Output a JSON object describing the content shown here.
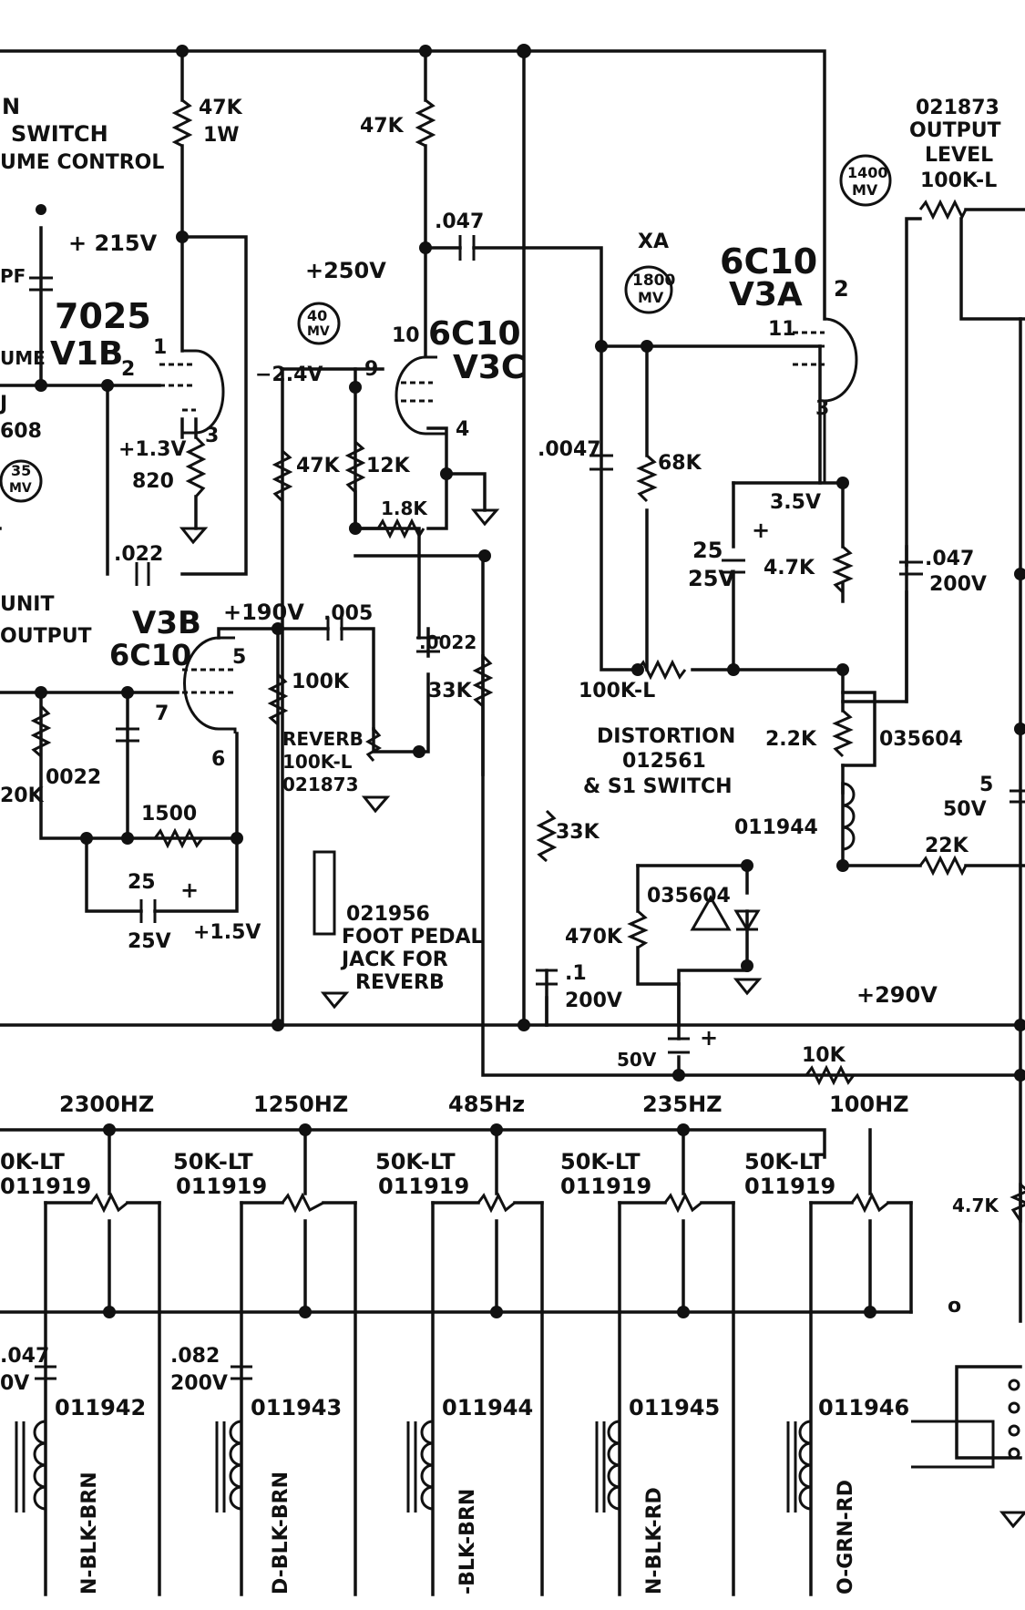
{
  "labels": {
    "n_tag": "N",
    "switch": "SWITCH",
    "volume_control": "UME CONTROL",
    "pf": "PF",
    "tube_7025_num": "7025",
    "tube_7025_v": "V1B",
    "ume": "UME",
    "j_frag": "J",
    "num_608": "608",
    "mv_35": [
      "35",
      "MV"
    ],
    "v_215": "+ 215V",
    "r47k_1w": "47K",
    "r1w": "1W",
    "v_1_3": "+1.3V",
    "r820": "820",
    "pin1": "1",
    "pin2": "2",
    "pin3": "3",
    "c022": ".022",
    "unit": "UNIT",
    "output": "OUTPUT",
    "v3b": "V3B",
    "v3b_type": "6C10",
    "pin5": "5",
    "pin7": "7",
    "pin6": "6",
    "r20k": "20K",
    "c0022": "0022",
    "r1500": "1500",
    "c25_25v_a": "25",
    "c25_25v_b": "25V",
    "v_1_5": "+1.5V",
    "v_250": "+250V",
    "mv_40": [
      "40",
      "MV"
    ],
    "r47k_top": "47K",
    "c047": ".047",
    "v3c_type": "6C10",
    "v3c": "V3C",
    "pin10": "10",
    "pin9": "9",
    "pin4": "4",
    "v_neg2_4": "−2.4V",
    "r47k_mid": "47K",
    "r12k": "12K",
    "r1_8k": "1.8K",
    "v_190": "+190V",
    "c005": ".005",
    "c0022b": ".0022",
    "r100k": "100K",
    "reverb": "REVERB",
    "reverb_val": "100K-L",
    "reverb_part": "021873",
    "r33k_a": "33K",
    "r33k_b": "33K",
    "foot1": "021956",
    "foot2": "FOOT PEDAL",
    "foot3": "JACK FOR",
    "foot4": "REVERB",
    "xa": "XA",
    "mv_1800": [
      "1800",
      "MV"
    ],
    "c0047": ".0047",
    "r68k": "68K",
    "r100kl": "100K-L",
    "dist1": "DISTORTION",
    "dist2": "012561",
    "dist3": "& S1 SWITCH",
    "v3a_type": "6C10",
    "v3a": "V3A",
    "pin11": "11",
    "pin2b": "2",
    "pin3b": "3",
    "v_3_5": "3.5V",
    "c25b_a": "25",
    "c25b_b": "25V",
    "r4_7k": "4.7K",
    "r2_2k": "2.2K",
    "d035604_a": "035604",
    "l011944": "011944",
    "mv_1400": [
      "1400",
      "MV"
    ],
    "out1": "021873",
    "out2": "OUTPUT",
    "out3": "LEVEL",
    "out4": "100K-L",
    "c047_200_a": ".047",
    "c047_200_b": "200V",
    "c5_a": "5",
    "c5_b": "50V",
    "r22k": "22K",
    "d035604_b": "035604",
    "r470k": "470K",
    "c1_a": ".1",
    "c1_b": "200V",
    "c50v": "50V",
    "v_290": "+290V",
    "r10k": "10K",
    "r4_7k_b": "4.7K",
    "plus": "+",
    "o": "o"
  },
  "eq_bands": [
    {
      "freq": "2300HZ",
      "pot": "0K-LT",
      "part": "011919",
      "inductor": "011942",
      "cap": ".047",
      "capv": "0V",
      "wire": "N-BLK-BRN"
    },
    {
      "freq": "1250HZ",
      "pot": "50K-LT",
      "part": "011919",
      "inductor": "011943",
      "cap": ".082",
      "capv": "200V",
      "wire": "D-BLK-BRN"
    },
    {
      "freq": "485Hz",
      "pot": "50K-LT",
      "part": "011919",
      "inductor": "011944",
      "cap": "",
      "capv": "",
      "wire": "-BLK-BRN"
    },
    {
      "freq": "235HZ",
      "pot": "50K-LT",
      "part": "011919",
      "inductor": "011945",
      "cap": "",
      "capv": "",
      "wire": "N-BLK-RD"
    },
    {
      "freq": "100HZ",
      "pot": "50K-LT",
      "part": "011919",
      "inductor": "011946",
      "cap": "",
      "capv": "",
      "wire": "O-GRN-RD"
    }
  ]
}
